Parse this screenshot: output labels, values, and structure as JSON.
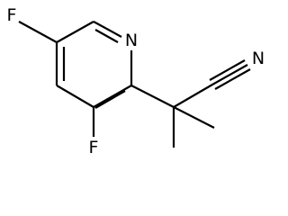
{
  "molecule": {
    "atoms": {
      "fluorine_top": "F",
      "fluorine_bottom": "F",
      "ring_nitrogen": "N",
      "nitrile_nitrogen": "N"
    }
  }
}
